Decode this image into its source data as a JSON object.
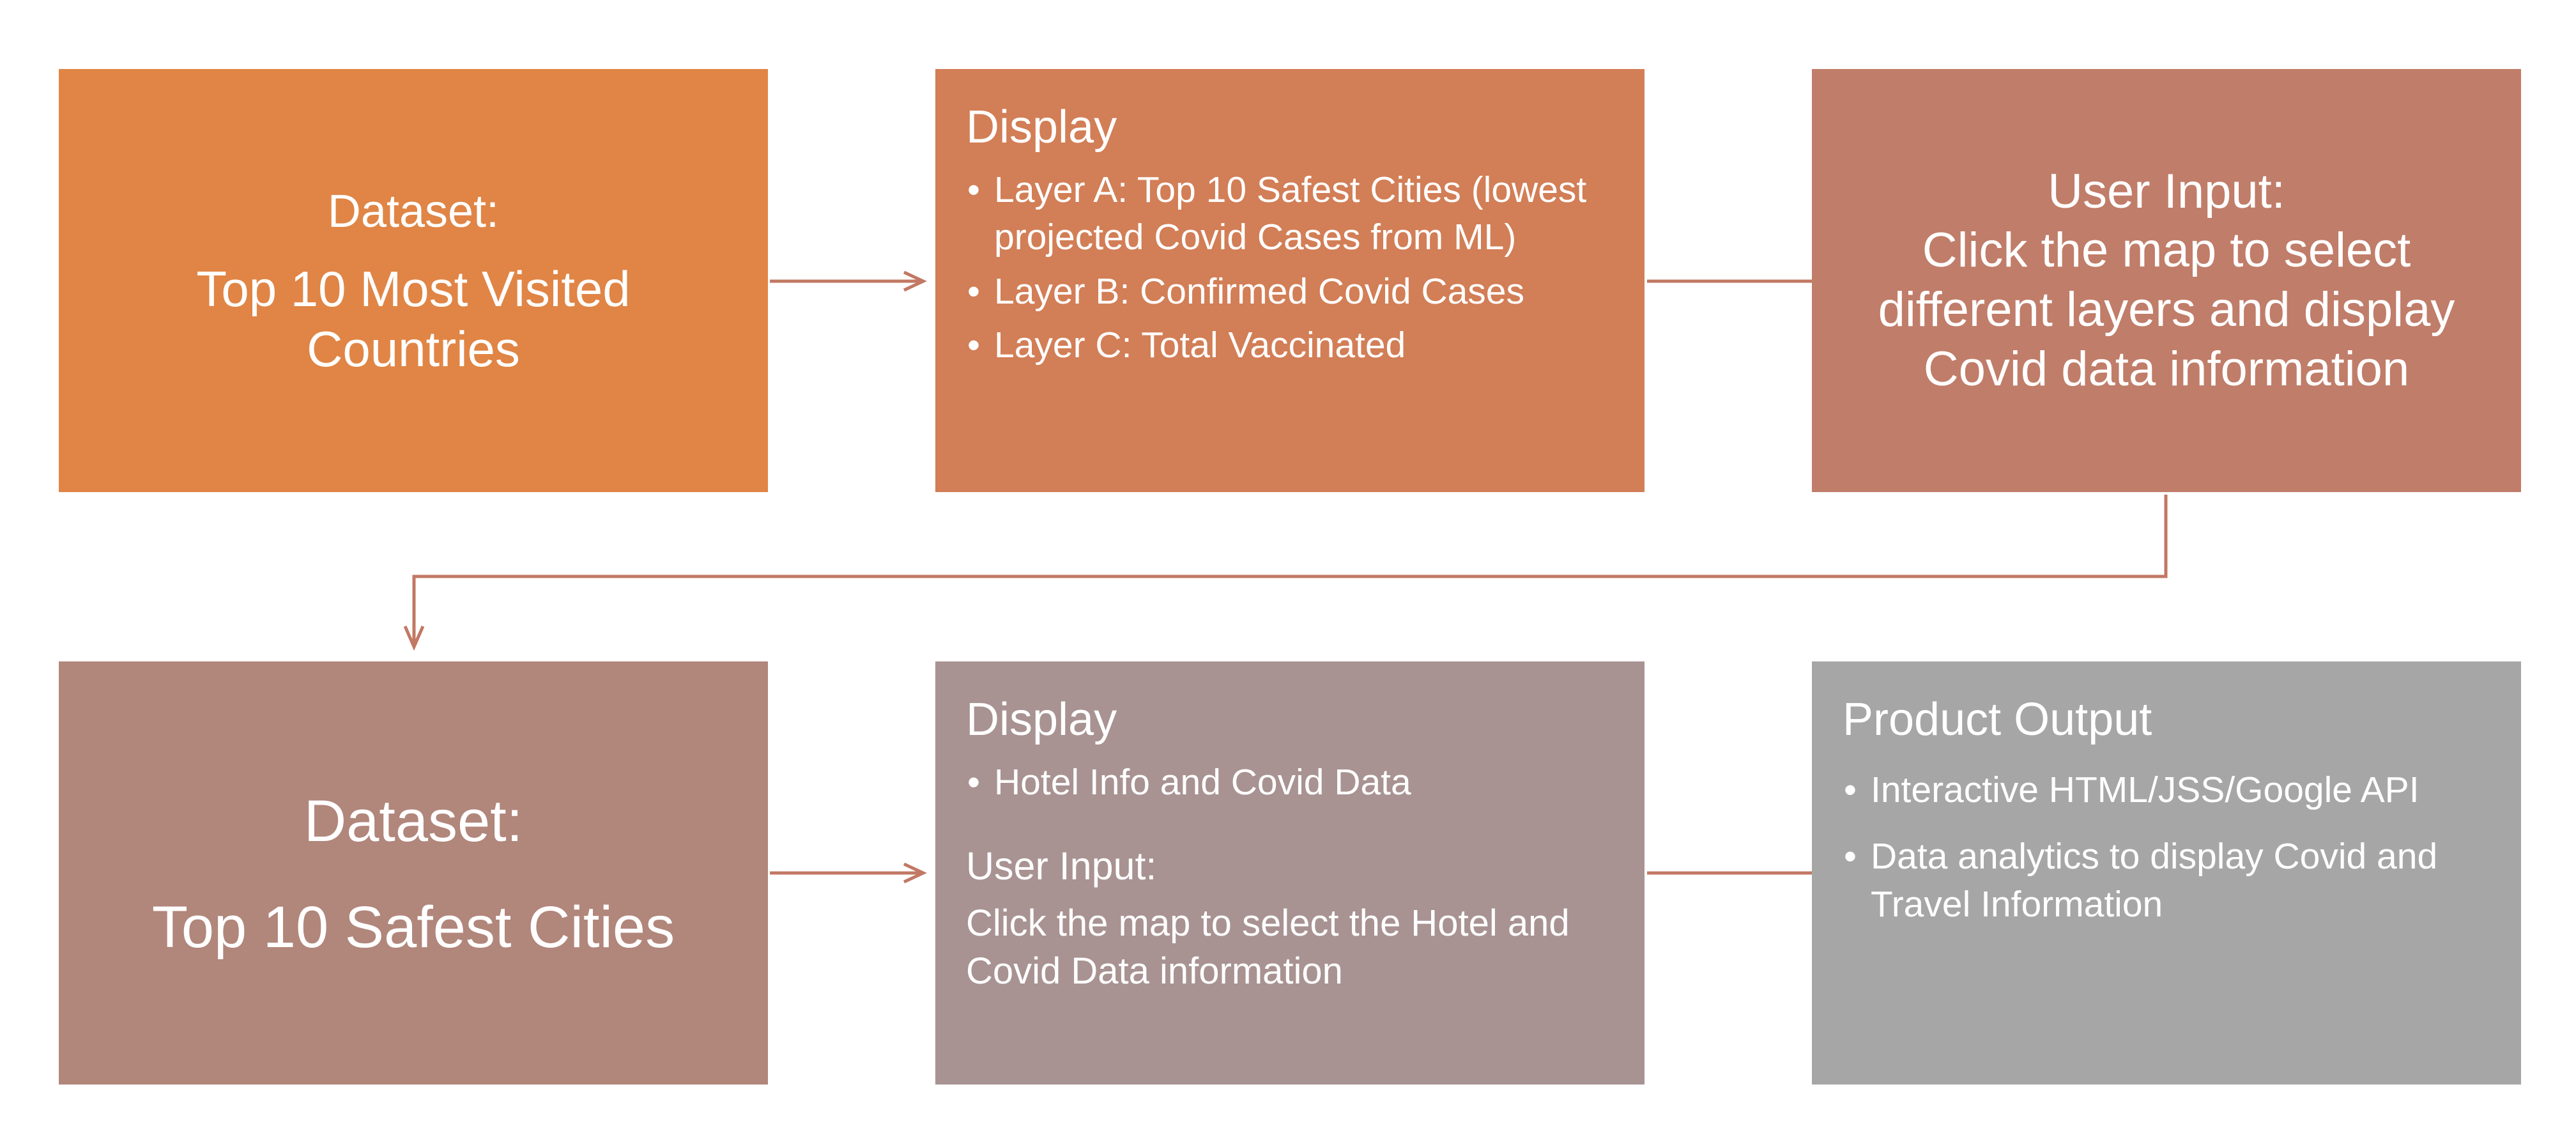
{
  "colors": {
    "box1": "#e08545",
    "box2": "#d27e56",
    "box3": "#c07d69",
    "box4": "#b1867b",
    "box5": "#a89392",
    "box6": "#a6a6a6",
    "connector": "#c27864"
  },
  "row1": {
    "dataset": {
      "label": "Dataset:",
      "value": "Top 10 Most Visited Countries"
    },
    "display": {
      "title": "Display",
      "bullets": [
        "Layer A: Top 10 Safest Cities (lowest projected Covid Cases from ML)",
        "Layer B: Confirmed Covid Cases",
        "Layer C: Total Vaccinated"
      ]
    },
    "user_input": {
      "lines": [
        "User Input:",
        "Click the map to select",
        "different layers and display",
        "Covid data information"
      ]
    }
  },
  "row2": {
    "dataset": {
      "label": "Dataset:",
      "value": "Top 10 Safest Cities"
    },
    "display": {
      "title": "Display",
      "bullets": [
        "Hotel Info and Covid Data"
      ],
      "sub_title": "User Input:",
      "paragraph": "Click the map to select the Hotel and Covid Data information"
    },
    "product_output": {
      "title": "Product Output",
      "bullets": [
        "Interactive HTML/JSS/Google API",
        "Data analytics to display Covid and Travel Information"
      ]
    }
  }
}
